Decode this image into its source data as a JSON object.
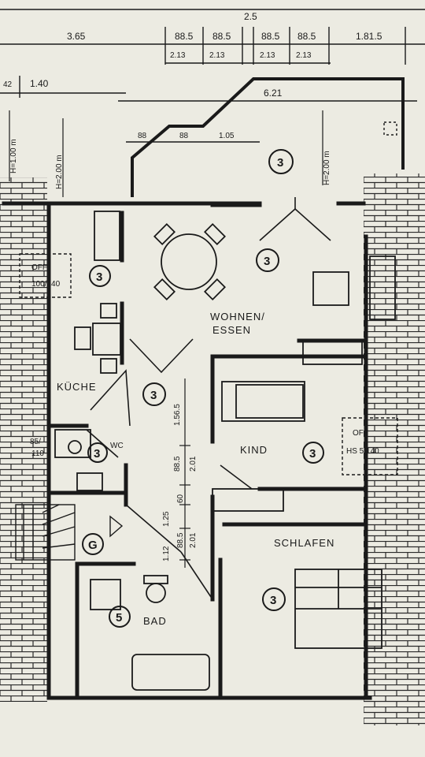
{
  "rooms": {
    "wohnen": "WOHNEN/",
    "essen": "ESSEN",
    "kueche": "KÜCHE",
    "kind": "KIND",
    "schlafen": "SCHLAFEN",
    "bad": "BAD",
    "wc": "WC"
  },
  "dimensions": {
    "top_total": "2.5",
    "left_width": "3.65",
    "d1": "88.5",
    "d2": "88.5",
    "d3": "88.5",
    "d4": "88.5",
    "right_width": "1.81.5",
    "h1": "2.13",
    "h2": "2.13",
    "h3": "2.13",
    "h4": "2.13",
    "left_small": "42",
    "left_140": "1.40",
    "balcony": "6.21",
    "bal_88a": "88",
    "bal_88b": "88",
    "bal_105": "1.05",
    "h100": "H=1.00 m",
    "h200_left": "H=2.00 m",
    "h200_right": "H=2.00 m",
    "v156": "1.56.5",
    "v885": "88.5",
    "v201a": "2.01",
    "v60": "60",
    "v125": "1.25",
    "v88b": "88.5",
    "v201b": "2.01",
    "v112": "1.12"
  },
  "windows": {
    "left_off": "OFF",
    "left_size": "100/140",
    "right_off": "OFF",
    "right_size": "HS 5/140",
    "wc_size1": "85/",
    "wc_size2": "110"
  },
  "markers": {
    "balcony": "3",
    "wohnen": "3",
    "left": "3",
    "flur": "3",
    "wc": "3",
    "kind": "3",
    "schlafen": "3",
    "bad": "5",
    "stair": "G"
  }
}
